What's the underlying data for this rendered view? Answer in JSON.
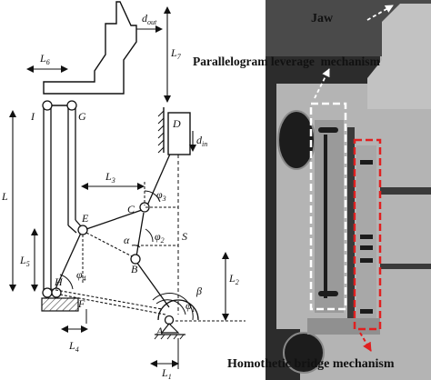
{
  "diagram": {
    "points": {
      "A": "A",
      "B": "B",
      "C": "C",
      "D": "D",
      "E": "E",
      "F": "F",
      "G": "G",
      "H": "H",
      "I": "I"
    },
    "dimensions": {
      "L": "L",
      "L1": "L",
      "L1_sub": "1",
      "L2": "L",
      "L2_sub": "2",
      "L3": "L",
      "L3_sub": "3",
      "L4": "L",
      "L4_sub": "4",
      "L5": "L",
      "L5_sub": "5",
      "L6": "L",
      "L6_sub": "6",
      "L7": "L",
      "L7_sub": "7",
      "S": "S"
    },
    "angles": {
      "alpha": "α",
      "beta": "β",
      "phi": "φ",
      "phi1_sub": "1",
      "phi2_sub": "2",
      "phi3_sub": "3",
      "phi4_sub": "4"
    },
    "displacements": {
      "d": "d",
      "d_out_sub": "out",
      "d_in_sub": "in"
    }
  },
  "photo_labels": {
    "jaw": "Jaw",
    "parallelogram": "Parallelogram leverage  mechanism",
    "homothetic": "Homothetic bridge mechanism"
  },
  "colors": {
    "white_box": "#ffffff",
    "red_box": "#e02020",
    "photo_bg": "#2c2c2c",
    "photo_metal": "#b8b8b8"
  }
}
